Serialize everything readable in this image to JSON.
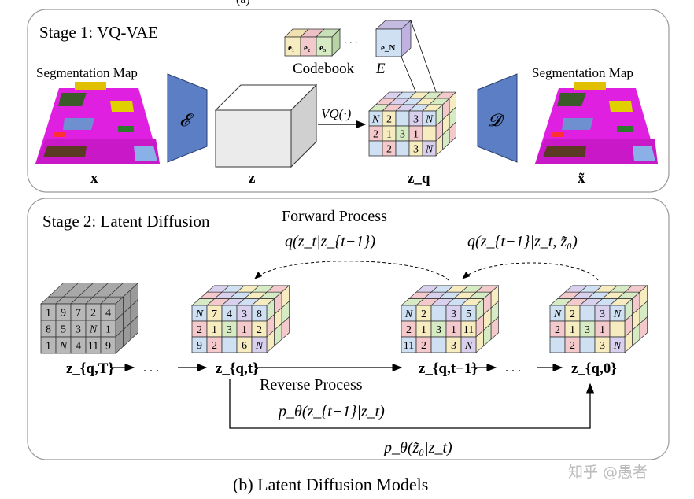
{
  "caption_top": "(a)",
  "stage1": {
    "title": "Stage 1: VQ-VAE",
    "seg_map_left": "Segmentation Map",
    "seg_map_right": "Segmentation Map",
    "encoder_symbol": "𝓔",
    "decoder_symbol": "𝓓",
    "codebook_label": "Codebook",
    "codebook_var": "E",
    "codebook_entries": [
      "e₁",
      "e₂",
      "e₃"
    ],
    "codebook_ellipsis": ". . .",
    "codebook_last": "e_N",
    "vq_op": "VQ(·)",
    "x_label": "x",
    "z_label": "z",
    "zq_label": "z_q",
    "xtilde_label": "x̃",
    "zq_grid": [
      [
        "N",
        "2",
        "",
        "3",
        "N"
      ],
      [
        "2",
        "1",
        "3",
        "1",
        ""
      ],
      [
        "",
        "2",
        "",
        "3",
        "N"
      ]
    ]
  },
  "stage2": {
    "title": "Stage 2: Latent Diffusion",
    "forward_label": "Forward Process",
    "forward_eq1": "q(z_t|z_{t−1})",
    "forward_eq2": "q(z_{t−1}|z_t, z̃₀)",
    "reverse_label": "Reverse Process",
    "reverse_eq1": "p_θ(z_{t−1}|z_t)",
    "reverse_eq2": "p_θ(z̃₀|z_t)",
    "labels": [
      "z_{q,T}",
      "z_{q,t}",
      "z_{q,t−1}",
      "z_{q,0}"
    ],
    "ellipsis": ". . .",
    "grid_T": [
      [
        "1",
        "9",
        "7",
        "2",
        "4"
      ],
      [
        "8",
        "5",
        "3",
        "N",
        "1"
      ],
      [
        "1",
        "N",
        "4",
        "11",
        "9"
      ]
    ],
    "grid_t": [
      [
        "N",
        "7",
        "4",
        "3",
        "8"
      ],
      [
        "2",
        "1",
        "3",
        "1",
        "2"
      ],
      [
        "9",
        "2",
        "",
        "6",
        "N"
      ]
    ],
    "grid_t1": [
      [
        "N",
        "2",
        "",
        "3",
        "5"
      ],
      [
        "2",
        "1",
        "3",
        "1",
        "11"
      ],
      [
        "11",
        "2",
        "",
        "3",
        "N"
      ]
    ],
    "grid_0": [
      [
        "N",
        "2",
        "",
        "3",
        "N"
      ],
      [
        "2",
        "1",
        "3",
        "1",
        ""
      ],
      [
        "",
        "2",
        "",
        "3",
        "N"
      ]
    ]
  },
  "caption": "(b) Latent Diffusion Models",
  "watermark": "知乎 @愚者",
  "colors": {
    "panel_border": "#999999",
    "encoder_fill": "#5b7ec4",
    "cell_pink": "#f4c9cc",
    "cell_yellow": "#f7ecc0",
    "cell_green": "#d6ebc4",
    "cell_blue": "#cfe0f2",
    "cell_purple": "#d9d0ee",
    "cell_gray": "#b8b8b8",
    "magenta": "#e020e0"
  }
}
